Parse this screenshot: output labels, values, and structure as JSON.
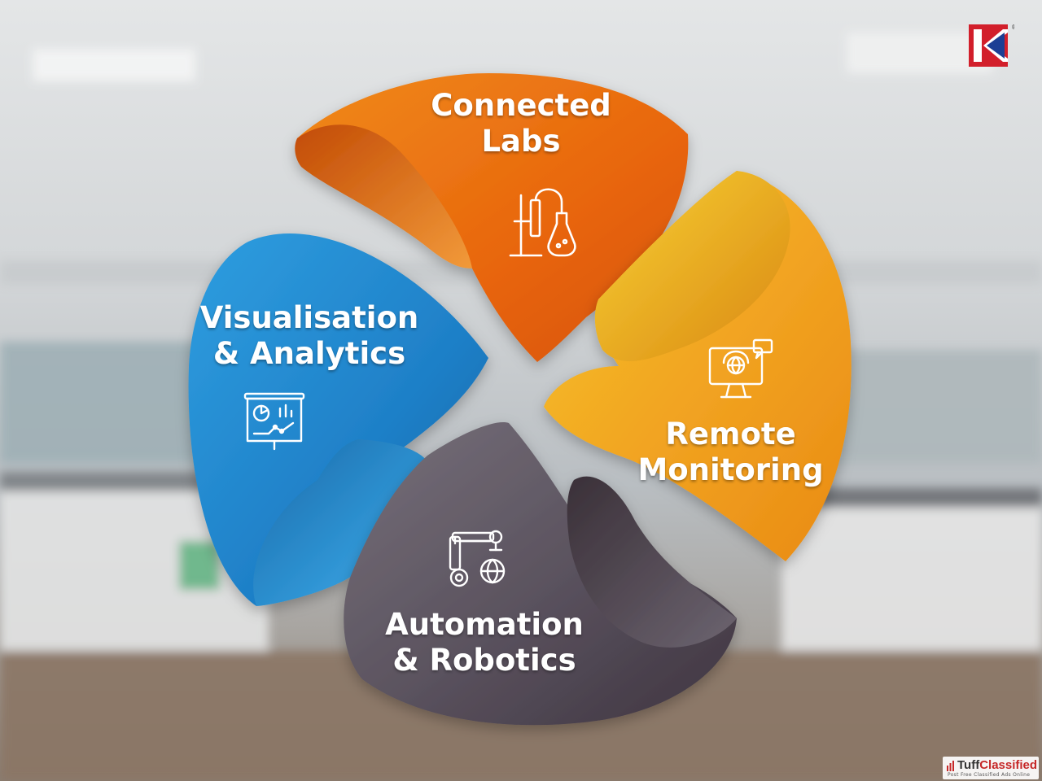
{
  "diagram": {
    "petals": [
      {
        "id": "connected-labs",
        "lines": [
          "Connected",
          "Labs"
        ],
        "icon": "lab-equipment-icon",
        "color": "#ea6a0d"
      },
      {
        "id": "remote-monitoring",
        "lines": [
          "Remote",
          "Monitoring"
        ],
        "icon": "remote-monitoring-icon",
        "color": "#f2a521"
      },
      {
        "id": "automation-robotics",
        "lines": [
          "Automation",
          "& Robotics"
        ],
        "icon": "robotic-arm-icon",
        "color": "#5d5560"
      },
      {
        "id": "visualisation-analytics",
        "lines": [
          "Visualisation",
          "& Analytics"
        ],
        "icon": "analytics-board-icon",
        "color": "#2487cf"
      }
    ]
  },
  "brand": {
    "logo_icon": "k-logo-icon",
    "registered_mark": "®"
  },
  "watermark": {
    "name_part1": "Tuff",
    "name_part2": "Classified",
    "tagline": "Post Free Classified Ads Online"
  }
}
